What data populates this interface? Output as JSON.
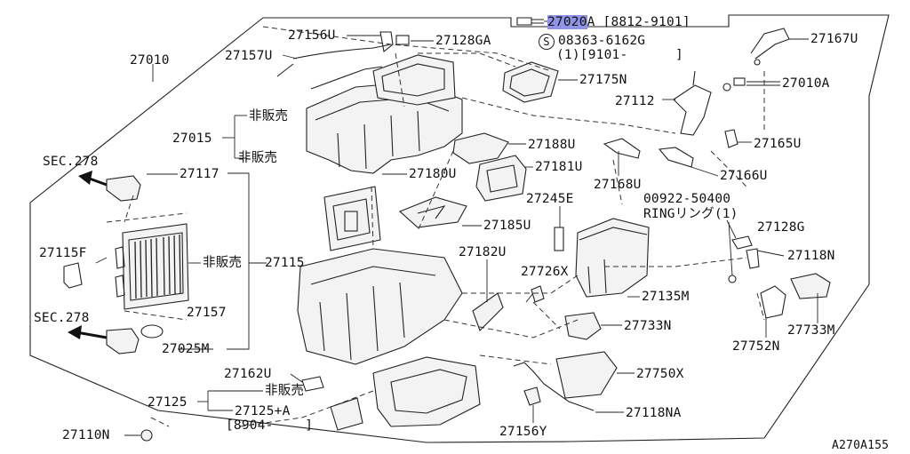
{
  "diagram": {
    "figure_code": "A270A155",
    "parts": {
      "p27010": "27010",
      "p27015": "27015",
      "p27015_note": "非販売",
      "p27015_note2": "非販売",
      "p27156U": "27156U",
      "p27157U": "27157U",
      "p27128GA": "27128GA",
      "p27020A": "27020",
      "p27020A_suffix": "A [8812-9101]",
      "screw_symbol": "S",
      "screw_code": "08363-6162G",
      "screw_note": "(1)[9101-      ]",
      "p27167U": "27167U",
      "p27175N": "27175N",
      "p27112": "27112",
      "p27010A": "27010A",
      "p27188U": "27188U",
      "p27181U": "27181U",
      "p27180U": "27180U",
      "p27165U": "27165U",
      "p27168U": "27168U",
      "p27166U": "27166U",
      "sec278_top": "SEC.278",
      "p27117": "27117",
      "p27185U": "27185U",
      "p27245E": "27245E",
      "ring_code": "00922-50400",
      "ring_note": "RINGリング(1)",
      "p27128G": "27128G",
      "p27115F": "27115F",
      "p27115_note": "非販売",
      "p27115": "27115",
      "p27182U": "27182U",
      "p27118N": "27118N",
      "p27726X": "27726X",
      "p27135M": "27135M",
      "sec278_bottom": "SEC.278",
      "p27157": "27157",
      "p27733N": "27733N",
      "p27733M": "27733M",
      "p27025M": "27025M",
      "p27752N": "27752N",
      "p27162U": "27162U",
      "p27750X": "27750X",
      "p27125": "27125",
      "p27125_note": "非販売",
      "p27125A": "27125+A",
      "p27125A_note": "[8904-    ]",
      "p27118NA": "27118NA",
      "p27110N": "27110N",
      "p27156Y": "27156Y"
    }
  }
}
